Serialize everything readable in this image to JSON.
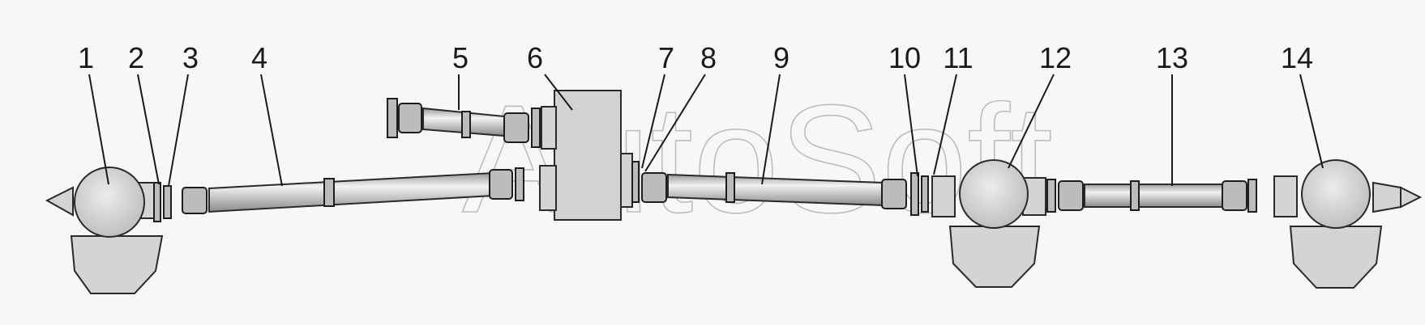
{
  "watermark": "AutoSoft",
  "callouts": [
    {
      "id": "1",
      "text": "1"
    },
    {
      "id": "2",
      "text": "2"
    },
    {
      "id": "3",
      "text": "3"
    },
    {
      "id": "4",
      "text": "4"
    },
    {
      "id": "5",
      "text": "5"
    },
    {
      "id": "6",
      "text": "6"
    },
    {
      "id": "7",
      "text": "7"
    },
    {
      "id": "8",
      "text": "8"
    },
    {
      "id": "9",
      "text": "9"
    },
    {
      "id": "10",
      "text": "10"
    },
    {
      "id": "11",
      "text": "11"
    },
    {
      "id": "12",
      "text": "12"
    },
    {
      "id": "13",
      "text": "13"
    },
    {
      "id": "14",
      "text": "14"
    }
  ]
}
